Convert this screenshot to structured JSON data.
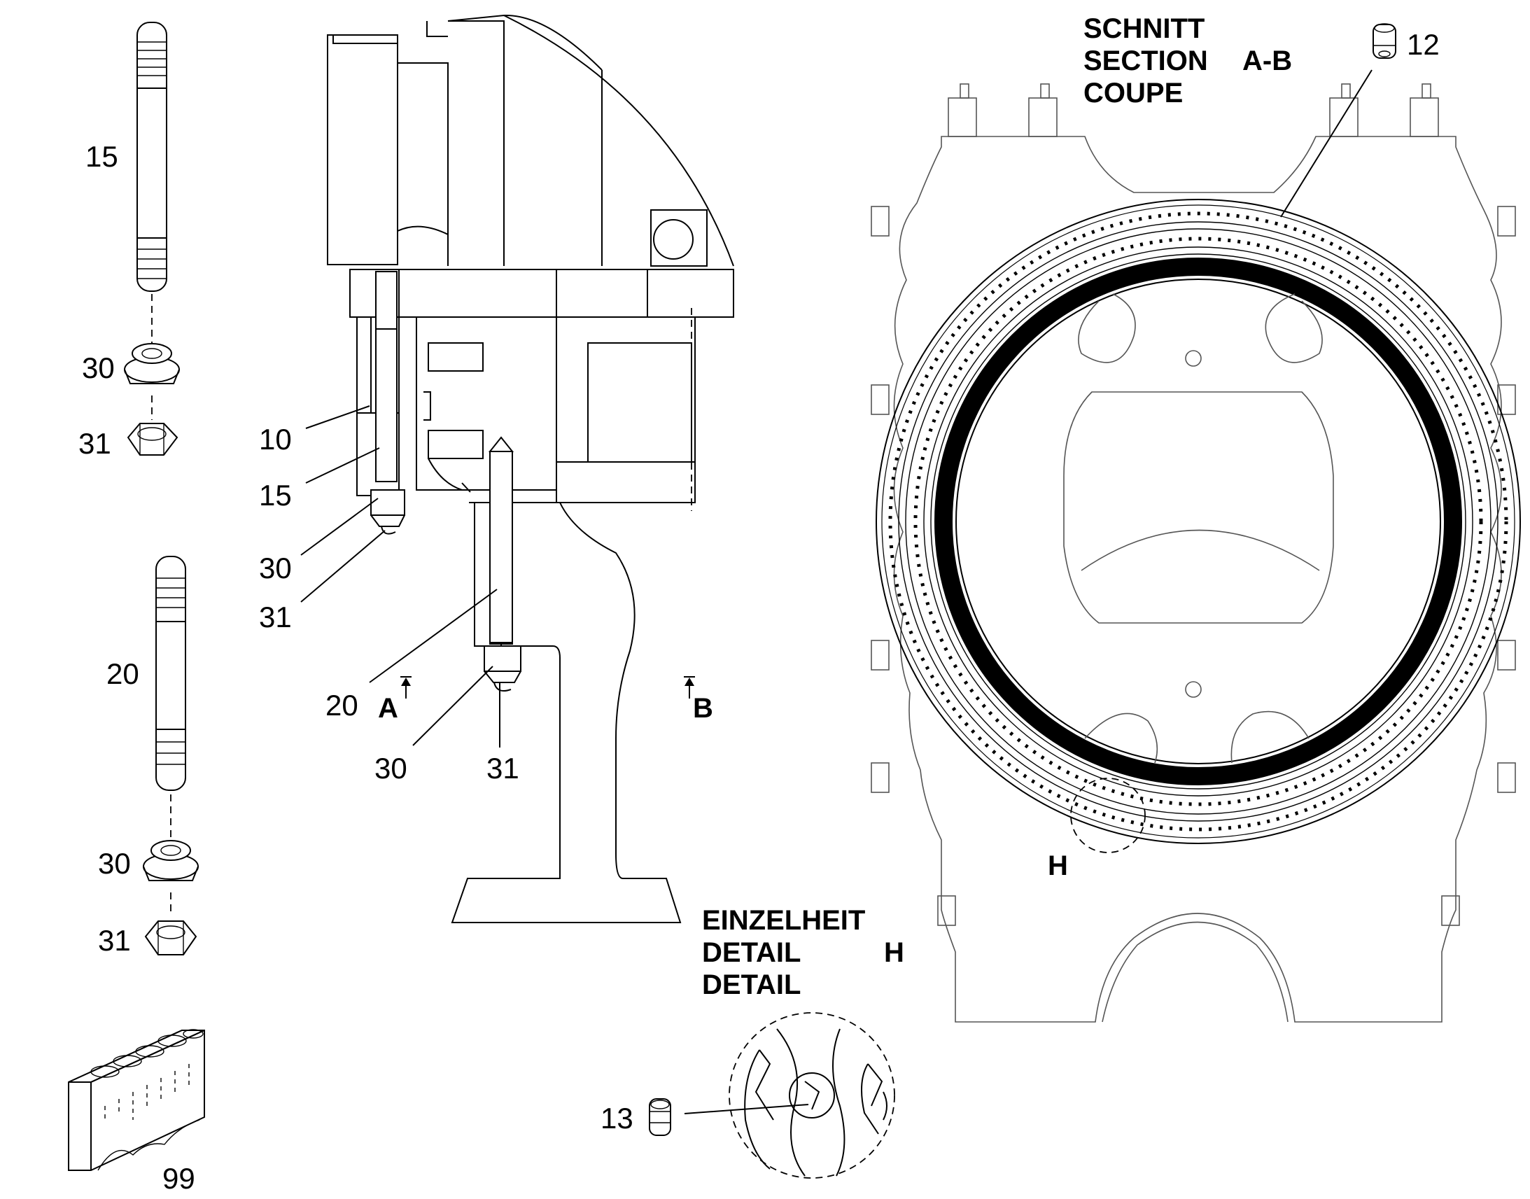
{
  "section_title": {
    "line1": "SCHNITT",
    "line2": "SECTION",
    "line3": "COUPE",
    "designation": "A-B"
  },
  "detail_title": {
    "line1": "EINZELHEIT",
    "line2": "DETAIL",
    "line3": "DETAIL",
    "designation": "H"
  },
  "section_marks": {
    "a": "A",
    "b": "B",
    "h": "H"
  },
  "part_labels": {
    "p15_top": "15",
    "p30_top": "30",
    "p31_top": "31",
    "p20_left": "20",
    "p30_mid": "30",
    "p31_mid": "31",
    "p99": "99",
    "p10": "10",
    "p15_c": "15",
    "p30_c": "30",
    "p31_c": "31",
    "p20_c": "20",
    "p30_c2": "30",
    "p31_c2": "31",
    "p12": "12",
    "p13": "13"
  }
}
